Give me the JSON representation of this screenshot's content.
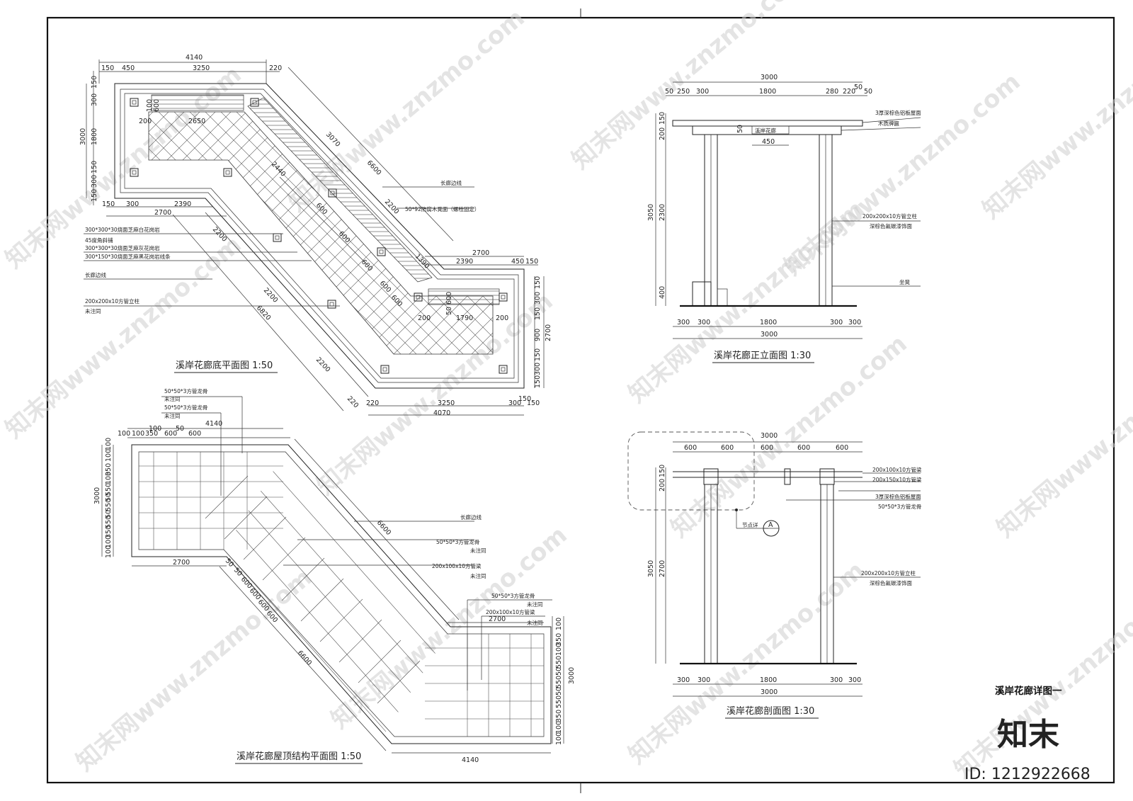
{
  "sheet": {
    "title": "溪岸花廊详图一",
    "logo": "知末",
    "id_label": "ID: 1212922668",
    "watermark": "知末网www.znzmo.com"
  },
  "views": {
    "floor_plan": {
      "title": "溪岸花廊底平面图  1:50",
      "dims": {
        "top_total": "4140",
        "top_a": "150",
        "top_b": "450",
        "top_c": "3250",
        "top_d": "220",
        "left_total": "3000",
        "left_a": "1800",
        "left_b": "300",
        "left_c": "150",
        "left_d": "150",
        "left_e": "300",
        "left_f": "150",
        "inner_a": "600",
        "inner_b": "100",
        "inner_c": "200",
        "inner_d": "2650",
        "bottom_a": "150",
        "bottom_b": "300",
        "bottom_c": "2700",
        "bottom_d": "2390",
        "diag_a": "3070",
        "diag_b": "6600",
        "diag_c": "2200",
        "diag_d": "2440",
        "diag_e": "2200",
        "diag_f": "2200",
        "diag_g": "6820",
        "diag_h": "2200",
        "diag_i": "220",
        "slope_a": "600",
        "slope_b": "600",
        "slope_c": "600",
        "slope_d": "600",
        "slope_e": "600",
        "right_top_a": "2700",
        "right_top_b": "1390",
        "right_top_c": "2390",
        "right_top_d": "450",
        "right_top_e": "150",
        "right_inner_a": "600",
        "right_inner_b": "50",
        "right_inner_c": "200",
        "right_inner_d": "1790",
        "right_inner_e": "200",
        "right_side_a": "150",
        "right_side_b": "300",
        "right_side_c": "150",
        "right_side_d": "900",
        "right_side_e": "2700",
        "right_side_f": "150",
        "right_side_g": "300",
        "right_side_h": "150",
        "bottom_total": "4070",
        "bottom_e": "220",
        "bottom_f": "3250",
        "bottom_g": "300",
        "bottom_h": "150",
        "bottom_i": "150"
      },
      "notes": {
        "n1": "300*300*30烧面芝麻白花岗岩",
        "n2": "45度角斜铺",
        "n3": "300*300*30烧面芝麻灰花岗岩",
        "n4": "300*150*30烧面芝麻黑花岗岩线条",
        "n5": "长廊边线",
        "n6": "200x200x10方管立柱",
        "n7": "未注同",
        "n8": "长廊边线",
        "n9": "50*92防腐木凳面（螺栓固定）"
      }
    },
    "front_elevation": {
      "title": "溪岸花廊正立面图  1:30",
      "dims": {
        "top_total": "3000",
        "t1": "50",
        "t2": "250",
        "t3": "300",
        "t4": "1800",
        "t5": "280",
        "t6": "220",
        "t7": "50",
        "t8": "50",
        "plank": "450",
        "plank_h": "50",
        "left_a": "150",
        "left_b": "200",
        "left_total": "3050",
        "left_c": "2300",
        "left_d": "400",
        "bot1": "300",
        "bot2": "300",
        "bot3": "1800",
        "bot4": "300",
        "bot5": "300",
        "bot_total": "3000"
      },
      "notes": {
        "n1": "3厚深棕色铝板屋面",
        "n2": "木质牌匾",
        "n3": "溪岸花廊",
        "n4": "200x200x10方管立柱",
        "n5": "深棕色氟碳漆饰面",
        "n6": "坐凳"
      }
    },
    "roof_plan": {
      "title": "溪岸花廊屋顶结构平面图  1:50",
      "dims": {
        "top_total": "4140",
        "t1": "100",
        "t2": "100",
        "t3": "350",
        "t4": "600",
        "t5": "600",
        "t6": "100",
        "t7": "50",
        "left_total": "3000",
        "l1": "100",
        "l2": "100",
        "l3": "350",
        "l4": "100",
        "l5": "550",
        "l6": "50",
        "l7": "550",
        "l8": "50",
        "l9": "550",
        "l10": "350",
        "l11": "100",
        "l12": "100",
        "bottom_a": "2700",
        "diag_a": "6600",
        "diag_b": "6600",
        "slope_a": "50",
        "slope_b": "50",
        "slope_c": "600",
        "slope_d": "600",
        "slope_e": "600",
        "slope_f": "600",
        "right_top": "2700",
        "right_total": "3000",
        "bottom_total": "4140",
        "r1": "100",
        "r2": "350",
        "r3": "100",
        "r4": "550",
        "r5": "50",
        "r6": "550",
        "r7": "50",
        "r8": "550",
        "r9": "350",
        "r10": "100",
        "r11": "100"
      },
      "notes": {
        "n1": "50*50*3方管龙骨",
        "n2": "未注同",
        "n3": "50*50*3方管龙骨",
        "n4": "未注同",
        "n5": "长廊边线",
        "n6": "50*50*3方管龙骨",
        "n7": "未注同",
        "n8": "200x100x10方管梁",
        "n9": "未注同",
        "n10": "50*50*3方管龙骨",
        "n11": "未注同",
        "n12": "200x100x10方管梁",
        "n13": "未注同"
      }
    },
    "section": {
      "title": "溪岸花廊剖面图  1:30",
      "dims": {
        "top_total": "3000",
        "t1": "600",
        "t2": "600",
        "t3": "600",
        "t4": "600",
        "t5": "600",
        "left_a": "150",
        "left_b": "200",
        "left_total": "3050",
        "left_c": "2700",
        "bot1": "300",
        "bot2": "300",
        "bot3": "1800",
        "bot4": "300",
        "bot5": "300",
        "bot_total": "3000"
      },
      "notes": {
        "n1": "200x100x10方管梁",
        "n2": "200x150x10方管梁",
        "n3": "3厚深棕色铝板屋面",
        "n4": "50*50*3方管龙骨",
        "n5": "节点详",
        "n6": "A",
        "n7": "200x200x10方管立柱",
        "n8": "深棕色氟碳漆饰面"
      }
    }
  }
}
